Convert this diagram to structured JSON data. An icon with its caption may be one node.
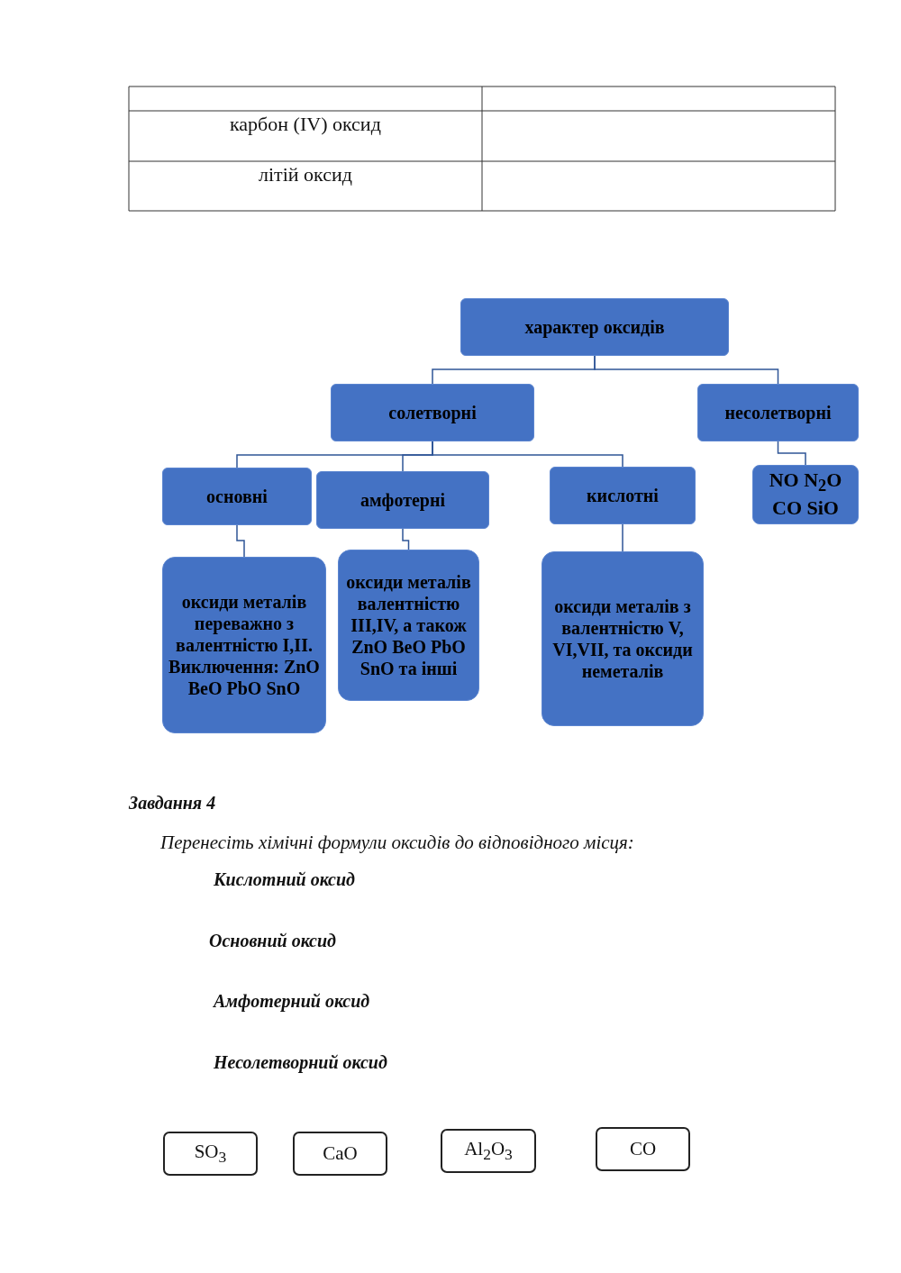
{
  "diagram": {
    "nodes": [
      {
        "text": [
          "характер оксидів"
        ]
      },
      {
        "text": [
          "солетворні"
        ]
      },
      {
        "text": [
          "несолетворні"
        ]
      },
      {
        "text": [
          "основні"
        ]
      },
      {
        "text": [
          "амфотерні"
        ]
      },
      {
        "text": [
          "кислотні"
        ]
      },
      {
        "text": [
          "NO N$_{2}$O CO SiO"
        ]
      },
      {
        "text": [
          "оксиди металів переважно з валентністю I,II. Виключення: ZnO BeO PbO SnO"
        ]
      },
      {
        "text": [
          "оксиди металів валентністю III,IV, а також ZnO BeO PbO SnO  та інші"
        ]
      },
      {
        "text": [
          "оксиди металів з валентністю V, VI,VII, та оксиди неметалів"
        ]
      },
      {
        "text": [
          "SO$_{3}$"
        ]
      },
      {
        "text": [
          "CaO"
        ]
      },
      {
        "text": [
          "Al$_{2}$O$_{3}$"
        ]
      },
      {
        "text": [
          "CO"
        ]
      }
    ],
    "edges": [
      {
        "from": 0,
        "to": 1,
        "arrow": "none"
      },
      {
        "from": 0,
        "to": 2,
        "arrow": "none"
      },
      {
        "from": 1,
        "to": 3,
        "arrow": "none"
      },
      {
        "from": 1,
        "to": 4,
        "arrow": "none"
      },
      {
        "from": 1,
        "to": 5,
        "arrow": "none"
      },
      {
        "from": 2,
        "to": 6,
        "arrow": "none"
      },
      {
        "from": 3,
        "to": 7,
        "arrow": "none"
      },
      {
        "from": 4,
        "to": 8,
        "arrow": "none"
      },
      {
        "from": 5,
        "to": 9,
        "arrow": "none"
      }
    ],
    "labels": [
      "карбон (IV)  оксид",
      "літій оксид",
      "Завдання 4",
      "Перенесіть хімічні формули оксидів до відповідного місця:",
      "Кислотний оксид",
      "Основний оксид",
      "Амфотерний оксид",
      "Несолетворний оксид"
    ]
  }
}
